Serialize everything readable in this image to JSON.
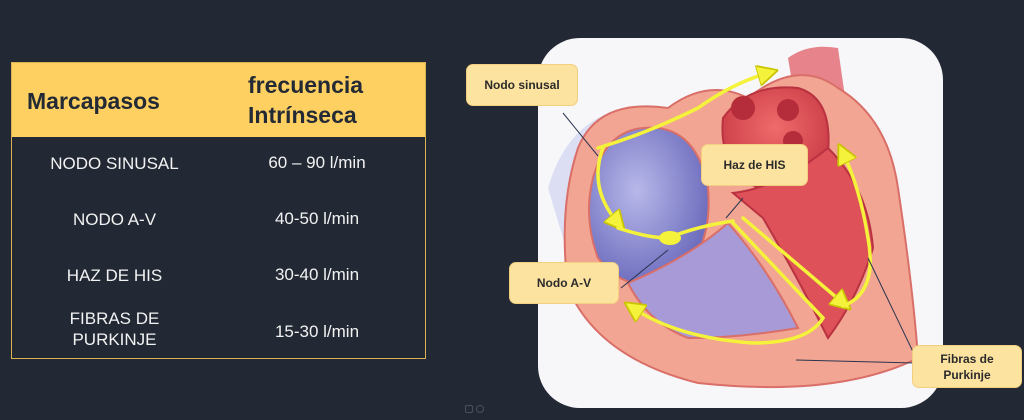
{
  "table": {
    "headers": [
      "Marcapasos",
      "frecuencia Intrínseca"
    ],
    "header_line1": "frecuencia",
    "header_line2": "Intrínseca",
    "rows": [
      {
        "pacemaker": "NODO SINUSAL",
        "rate": "60 – 90  l/min"
      },
      {
        "pacemaker": "NODO A-V",
        "rate": "40-50 l/min"
      },
      {
        "pacemaker": "HAZ DE HIS",
        "rate": "30-40 l/min"
      },
      {
        "pacemaker_line1": "FIBRAS DE",
        "pacemaker_line2": "PURKINJE",
        "pacemaker": "FIBRAS DE PURKINJE",
        "rate": "15-30 l/min"
      }
    ],
    "colors": {
      "header_bg": "#fdd061",
      "border": "#d9b34f",
      "body_bg": "#222834"
    }
  },
  "diagram": {
    "labels": {
      "sinus_node": "Nodo sinusal",
      "his_bundle": "Haz de HIS",
      "av_node": "Nodo A-V",
      "purkinje_line1": "Fibras de",
      "purkinje_line2": "Purkinje"
    },
    "colors": {
      "label_bg": "#fde3a0",
      "conduction_path": "#f4f23a",
      "myocardium": "#f2a592",
      "left_heart": "#e0545a",
      "right_heart": "#7f7fc8"
    }
  }
}
